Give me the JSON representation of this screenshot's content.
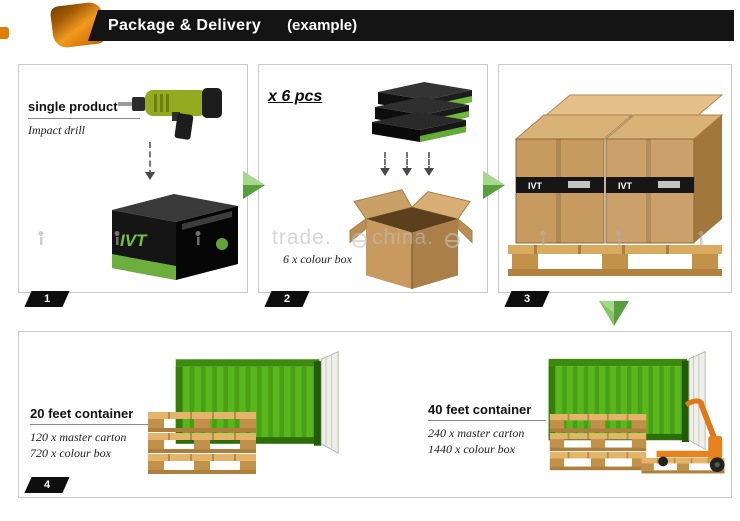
{
  "header": {
    "title": "Package & Delivery",
    "subtitle": "(example)"
  },
  "brand": "IVT",
  "watermark": {
    "word1": "trade.",
    "word2": "china."
  },
  "panels": {
    "p1": {
      "badge": "1",
      "title": "single product",
      "caption": "Impact drill"
    },
    "p2": {
      "badge": "2",
      "title": "x  6 pcs",
      "caption": "6 x colour box"
    },
    "p3": {
      "badge": "3"
    },
    "p4": {
      "badge": "4",
      "left": {
        "title": "20 feet container",
        "line1": "120 x master carton",
        "line2": "720 x colour box"
      },
      "right": {
        "title": "40 feet container",
        "line1": "240 x master carton",
        "line2": "1440 x colour box"
      }
    }
  },
  "colors": {
    "accent_orange": "#e07c00",
    "header_black": "#141414",
    "arrow_green": "#85c46a",
    "container_green": "#5ab61e",
    "cardboard": "#c79a60",
    "brand_green": "#76c043"
  }
}
